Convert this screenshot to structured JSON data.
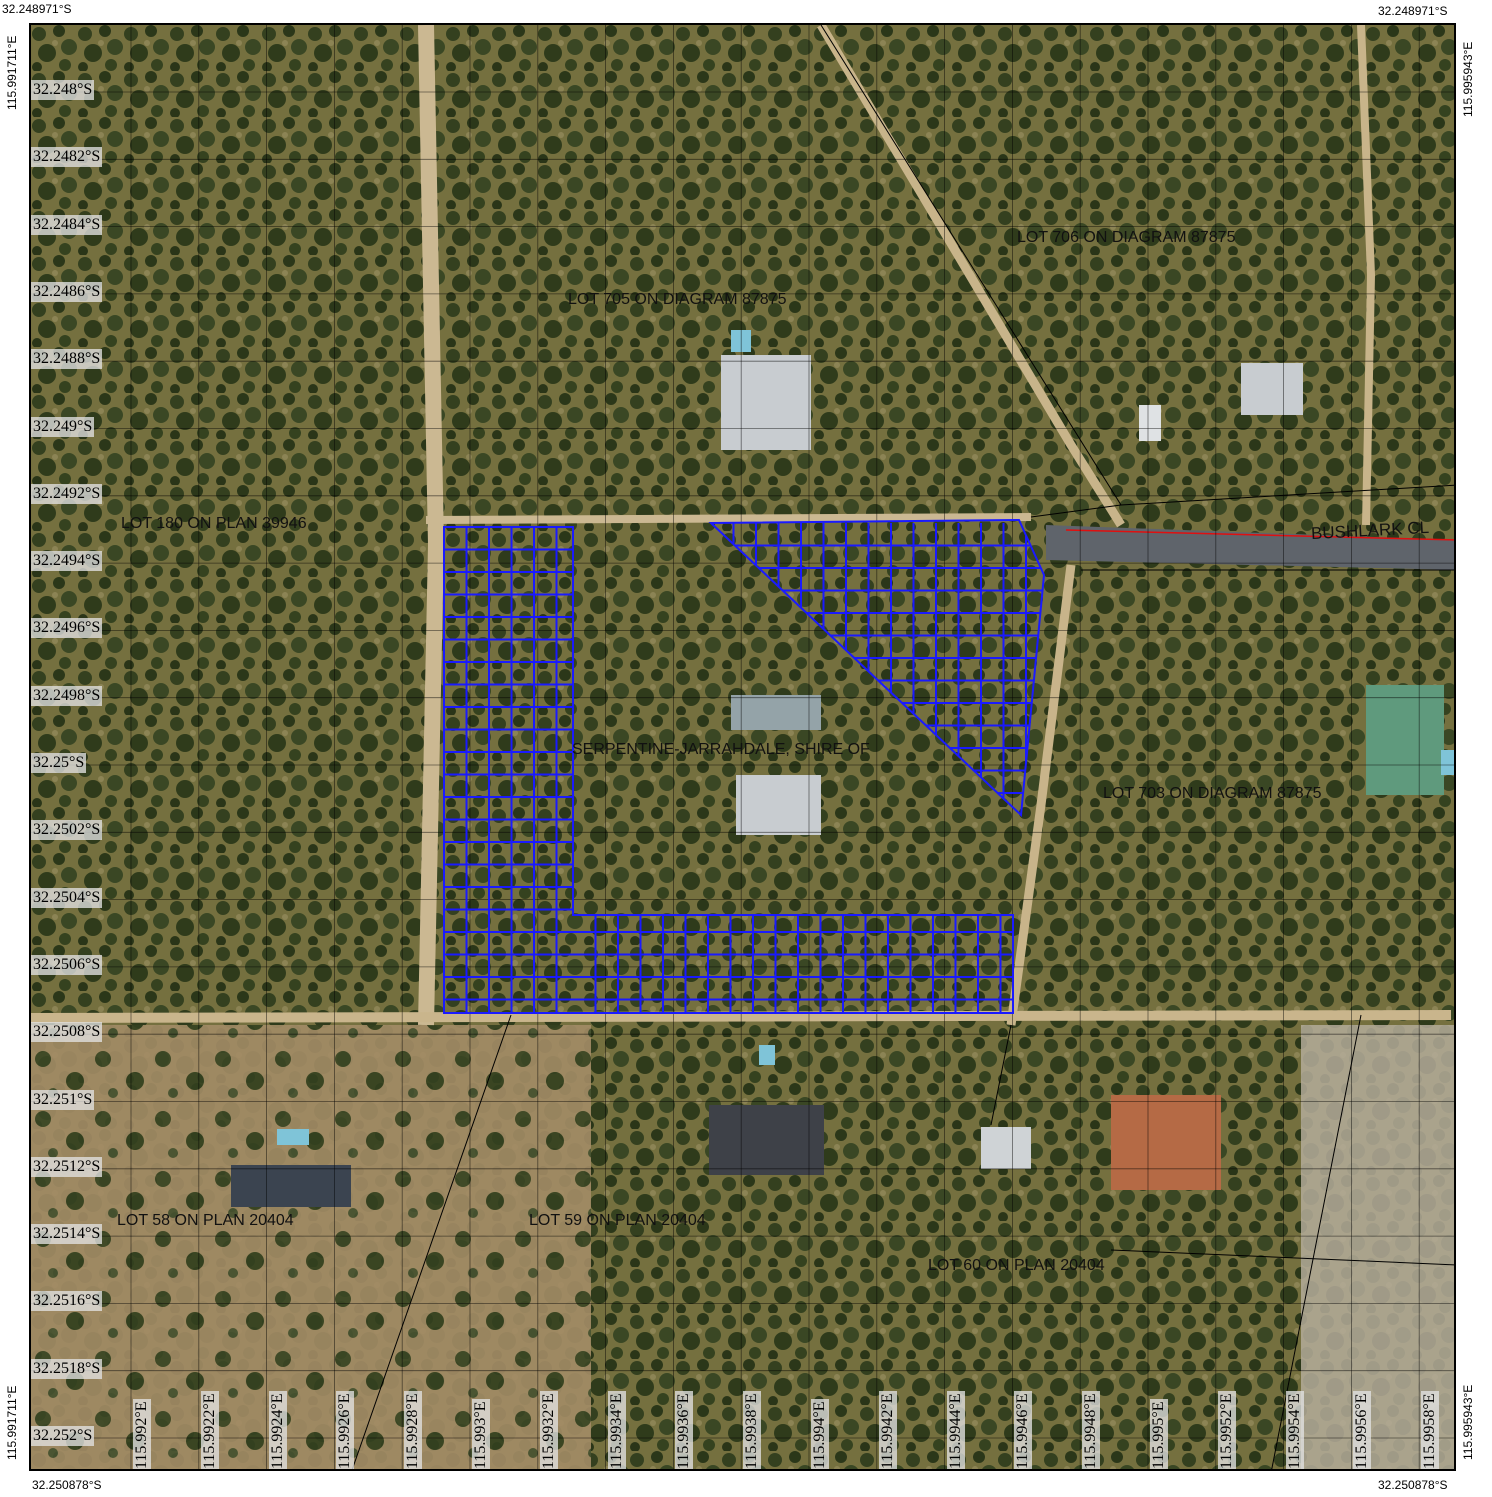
{
  "corners": {
    "top_left": "32.248971°S",
    "top_right": "32.248971°S",
    "bottom_left": "32.250878°S",
    "bottom_right": "32.250878°S",
    "left_top": "115.991711°E",
    "left_bottom": "115.991711°E",
    "right_top": "115.995943°E",
    "right_bottom": "115.995943°E"
  },
  "lat_labels": [
    "32.248°S",
    "32.2482°S",
    "32.2484°S",
    "32.2486°S",
    "32.2488°S",
    "32.249°S",
    "32.2492°S",
    "32.2494°S",
    "32.2496°S",
    "32.2498°S",
    "32.25°S",
    "32.2502°S",
    "32.2504°S",
    "32.2506°S",
    "32.2508°S",
    "32.251°S",
    "32.2512°S",
    "32.2514°S",
    "32.2516°S",
    "32.2518°S",
    "32.252°S"
  ],
  "lon_labels": [
    "115.992°E",
    "115.9922°E",
    "115.9924°E",
    "115.9926°E",
    "115.9928°E",
    "115.993°E",
    "115.9932°E",
    "115.9934°E",
    "115.9936°E",
    "115.9938°E",
    "115.994°E",
    "115.9942°E",
    "115.9944°E",
    "115.9946°E",
    "115.9948°E",
    "115.995°E",
    "115.9952°E",
    "115.9954°E",
    "115.9956°E",
    "115.9958°E"
  ],
  "lot_labels": {
    "lot706": "LOT 706 ON DIAGRAM 87875",
    "lot705": "LOT 705 ON DIAGRAM 87875",
    "lot180": "LOT 180 ON PLAN 39946",
    "shire": "SERPENTINE-JARRAHDALE, SHIRE OF",
    "lot703": "LOT 703 ON DIAGRAM 87875",
    "lot58": "LOT 58 ON PLAN 20404",
    "lot59": "LOT 59 ON PLAN 20404",
    "lot60": "LOT 60 ON PLAN 20404"
  },
  "road_label": "BUSHLARK CL",
  "colors": {
    "hatch": "#1a1aff",
    "road_centerline": "#e01010",
    "grid": "#000000"
  }
}
